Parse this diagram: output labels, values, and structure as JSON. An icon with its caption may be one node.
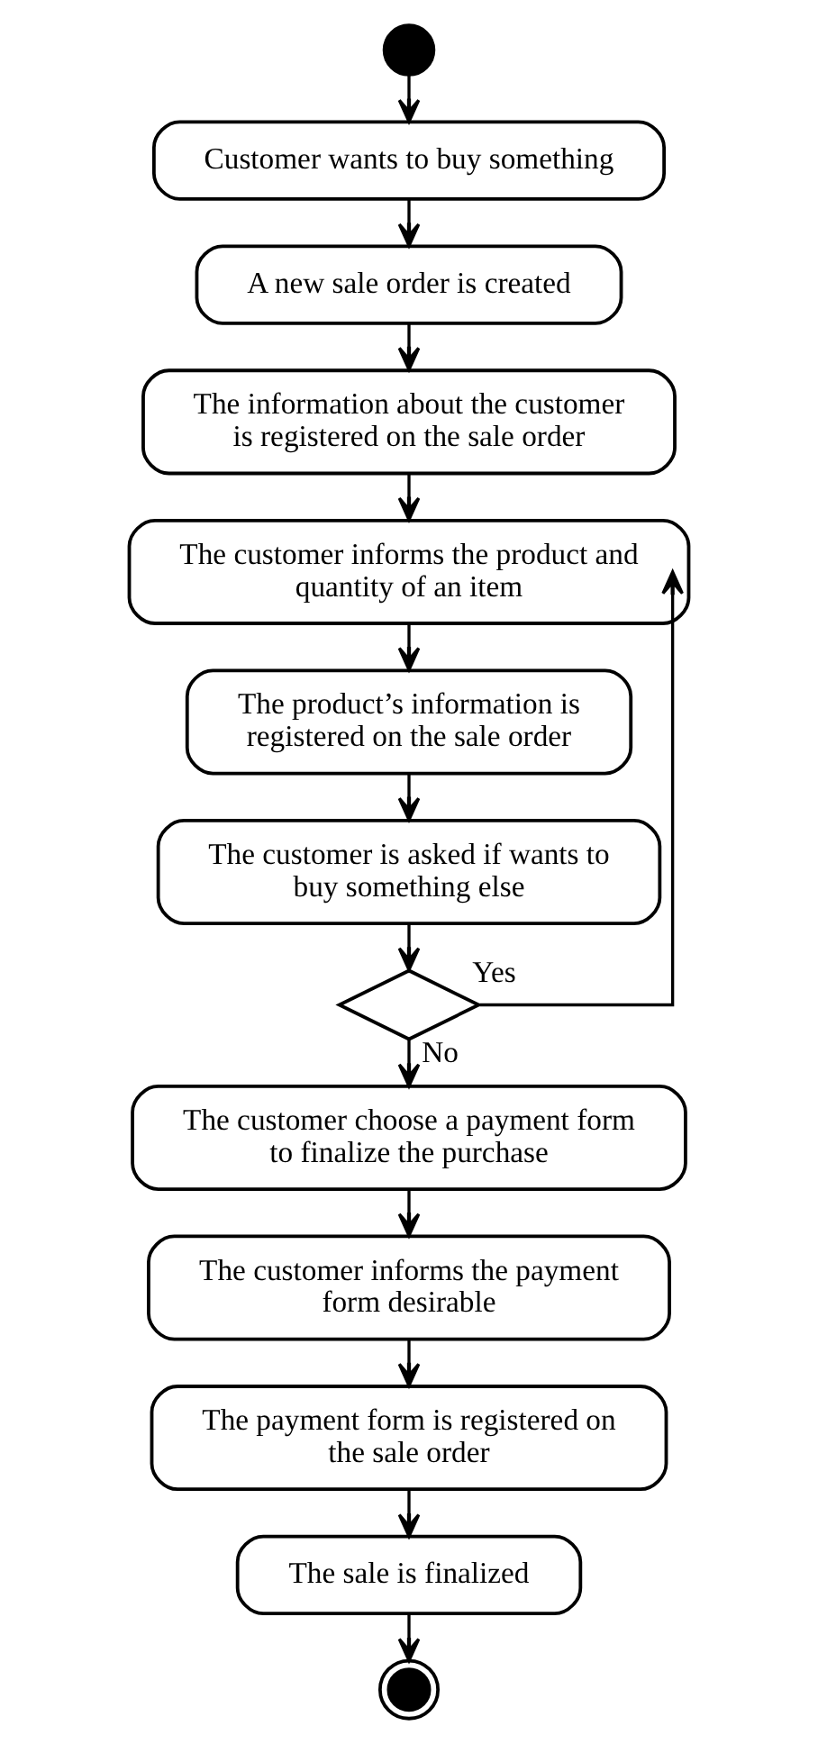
{
  "diagram": {
    "nodes": [
      {
        "text": [],
        "shape": "circle"
      },
      {
        "text": [
          "Customer wants to buy something"
        ]
      },
      {
        "text": [
          "A new sale order is created"
        ]
      },
      {
        "text": [
          "The information about the customer is registered on the sale order"
        ]
      },
      {
        "text": [
          "The customer informs the product and quantity of an item"
        ]
      },
      {
        "text": [
          "The product’s information is registered on the sale order"
        ]
      },
      {
        "text": [
          "The customer is asked if wants to buy something else"
        ]
      },
      {
        "text": [],
        "shape": "diamond"
      },
      {
        "text": [
          "The customer choose a payment form to finalize the purchase"
        ]
      },
      {
        "text": [
          "The customer informs the payment form desirable"
        ]
      },
      {
        "text": [
          "The payment form is registered on the sale order"
        ]
      },
      {
        "text": [
          "The sale is finalized"
        ]
      },
      {
        "text": [],
        "shape": "circle"
      }
    ],
    "edges": [
      {
        "from": 0,
        "to": 1,
        "arrow": "to"
      },
      {
        "from": 1,
        "to": 2,
        "arrow": "to"
      },
      {
        "from": 2,
        "to": 3,
        "arrow": "to"
      },
      {
        "from": 3,
        "to": 4,
        "arrow": "to"
      },
      {
        "from": 4,
        "to": 5,
        "arrow": "to"
      },
      {
        "from": 5,
        "to": 6,
        "arrow": "to"
      },
      {
        "from": 6,
        "to": 7,
        "arrow": "to"
      },
      {
        "from": 7,
        "to": 4,
        "arrow": "to",
        "label": "Yes"
      },
      {
        "from": 7,
        "to": 8,
        "arrow": "to",
        "label": "No"
      },
      {
        "from": 8,
        "to": 9,
        "arrow": "to"
      },
      {
        "from": 9,
        "to": 10,
        "arrow": "to"
      },
      {
        "from": 10,
        "to": 11,
        "arrow": "to"
      },
      {
        "from": 11,
        "to": 12,
        "arrow": "to"
      }
    ]
  }
}
